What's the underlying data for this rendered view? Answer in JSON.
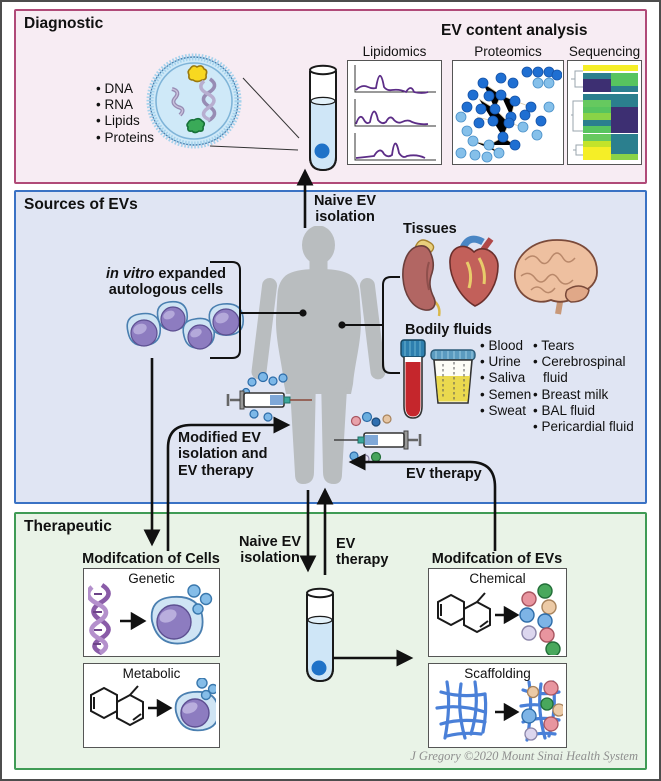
{
  "diagnostic": {
    "title": "Diagnostic",
    "ev_contents": [
      "DNA",
      "RNA",
      "Lipids",
      "Proteins"
    ],
    "analysis_title": "EV content analysis",
    "methods": [
      "Lipidomics",
      "Proteomics",
      "Sequencing"
    ]
  },
  "sources": {
    "title": "Sources of EVs",
    "naive_isolation_line1": "Naive EV",
    "naive_isolation_line2": "isolation",
    "invitro_italic": "in vitro",
    "invitro_rest": "expanded",
    "invitro_line2": "autologous cells",
    "tissues_title": "Tissues",
    "fluids_title": "Bodily fluids",
    "fluids_col1": [
      "Blood",
      "Urine",
      "Saliva",
      "Semen",
      "Sweat"
    ],
    "fluids_col2": [
      "Tears",
      "Cerebrospinal fluid",
      "Breast milk",
      "BAL fluid",
      "Pericardial fluid"
    ],
    "modified_line1": "Modified EV",
    "modified_line2": "isolation and",
    "modified_line3": "EV therapy",
    "therapy_right": "EV therapy"
  },
  "therapeutic": {
    "title": "Therapeutic",
    "cells_heading": "Modifcation of Cells",
    "box_genetic": "Genetic",
    "box_metabolic": "Metabolic",
    "naive_line1": "Naive EV",
    "naive_line2": "isolation",
    "therapy_line1": "EV",
    "therapy_line2": "therapy",
    "evs_heading": "Modifcation of EVs",
    "box_chemical": "Chemical",
    "box_scaffolding": "Scaffolding",
    "credit": "J Gregory ©2020 Mount Sinai Health System"
  },
  "colors": {
    "diagnostic_border": "#b04a78",
    "diagnostic_bg": "#f7ecf3",
    "sources_border": "#3a72c4",
    "sources_bg": "#e0e5f3",
    "therapeutic_border": "#3f9b55",
    "therapeutic_bg": "#e9f3e7",
    "ev_dark_blue": "#1f6fd2",
    "ev_light_blue": "#85c0ea",
    "trace_purple": "#5c2d87",
    "body_gray": "#b9bdbf",
    "arrow_black": "#111111"
  },
  "heatmap": {
    "rows": [
      [
        "#f5ee27",
        "#f5ee27"
      ],
      [
        "#2b7f8e",
        "#57c45f"
      ],
      [
        "#3d2f72",
        "#57c45f"
      ],
      [
        "#3d2f72",
        "#2b7f8e"
      ],
      [
        "#2b7f8e",
        "#2b7f8e"
      ],
      [
        "#66c95f",
        "#2b7f8e"
      ],
      [
        "#57c45f",
        "#3d2f72"
      ],
      [
        "#8ad347",
        "#3d2f72"
      ],
      [
        "#2b7f8e",
        "#3d2f72"
      ],
      [
        "#57c45f",
        "#3d2f72"
      ],
      [
        "#66c95f",
        "#2b7f8e"
      ],
      [
        "#c3e32a",
        "#2b7f8e"
      ],
      [
        "#f5ee27",
        "#2b7f8e"
      ],
      [
        "#f5ee27",
        "#8ad347"
      ]
    ],
    "gaps_after": [
      0,
      3,
      9
    ]
  }
}
